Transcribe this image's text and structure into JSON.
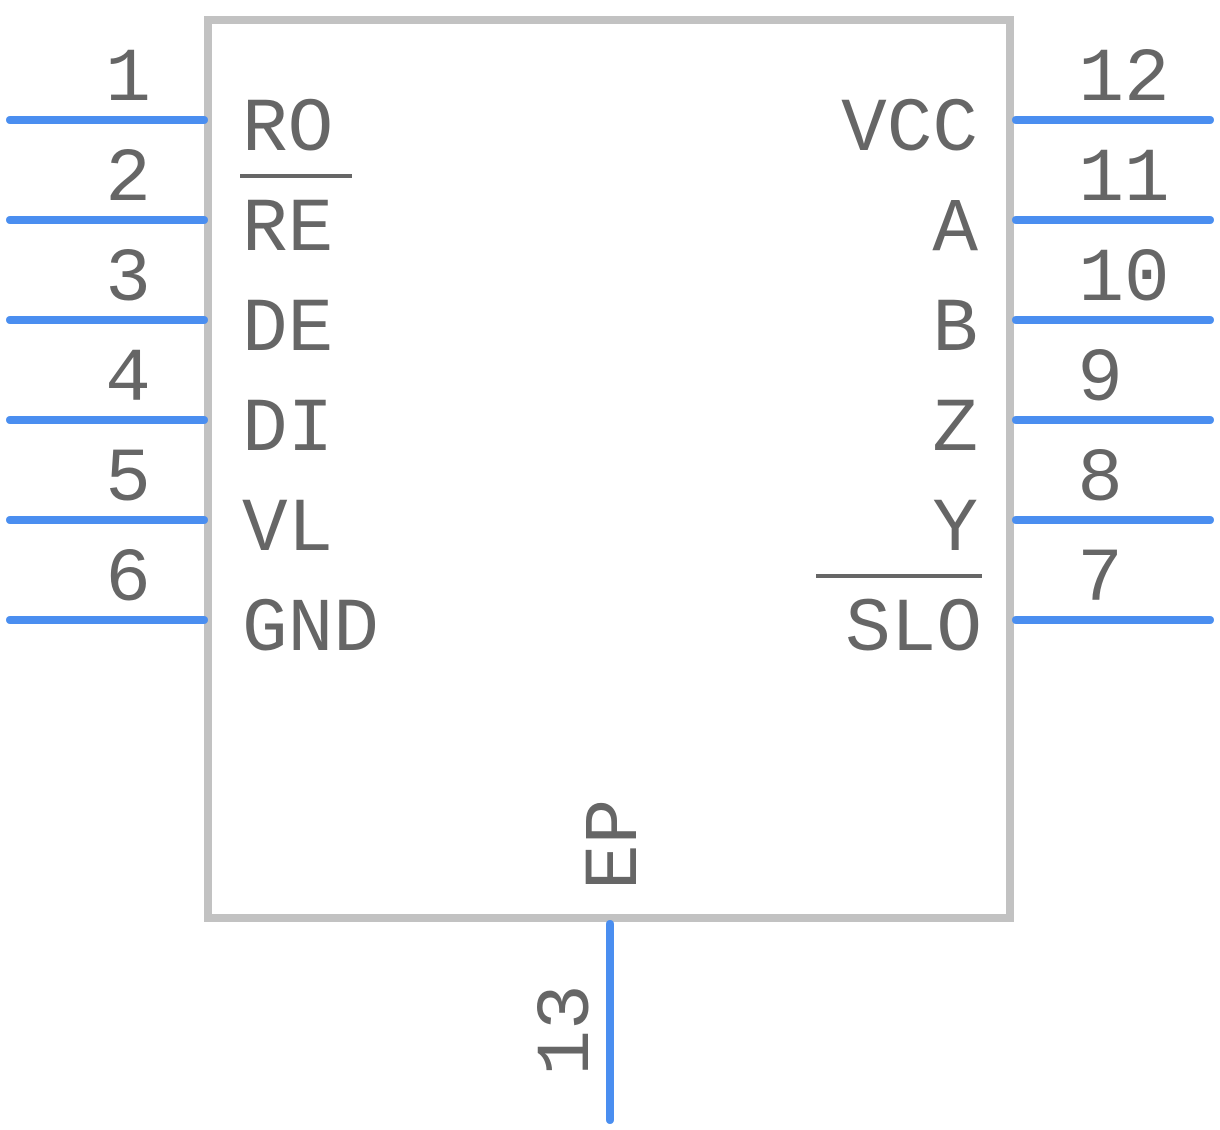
{
  "component": {
    "left_pins": [
      {
        "number": "1",
        "name": "RO",
        "overline": false
      },
      {
        "number": "2",
        "name": "RE",
        "overline": true
      },
      {
        "number": "3",
        "name": "DE",
        "overline": false
      },
      {
        "number": "4",
        "name": "DI",
        "overline": false
      },
      {
        "number": "5",
        "name": "VL",
        "overline": false
      },
      {
        "number": "6",
        "name": "GND",
        "overline": false
      }
    ],
    "right_pins": [
      {
        "number": "12",
        "name": "VCC",
        "overline": false
      },
      {
        "number": "11",
        "name": "A",
        "overline": false
      },
      {
        "number": "10",
        "name": "B",
        "overline": false
      },
      {
        "number": "9",
        "name": "Z",
        "overline": false
      },
      {
        "number": "8",
        "name": "Y",
        "overline": false
      },
      {
        "number": "7",
        "name": "SLO",
        "overline": true
      }
    ],
    "bottom_pin": {
      "number": "13",
      "name": "EP"
    },
    "colors": {
      "pin": "#4a8ef0",
      "body_outline": "#c2c2c2",
      "text": "#666666"
    }
  }
}
